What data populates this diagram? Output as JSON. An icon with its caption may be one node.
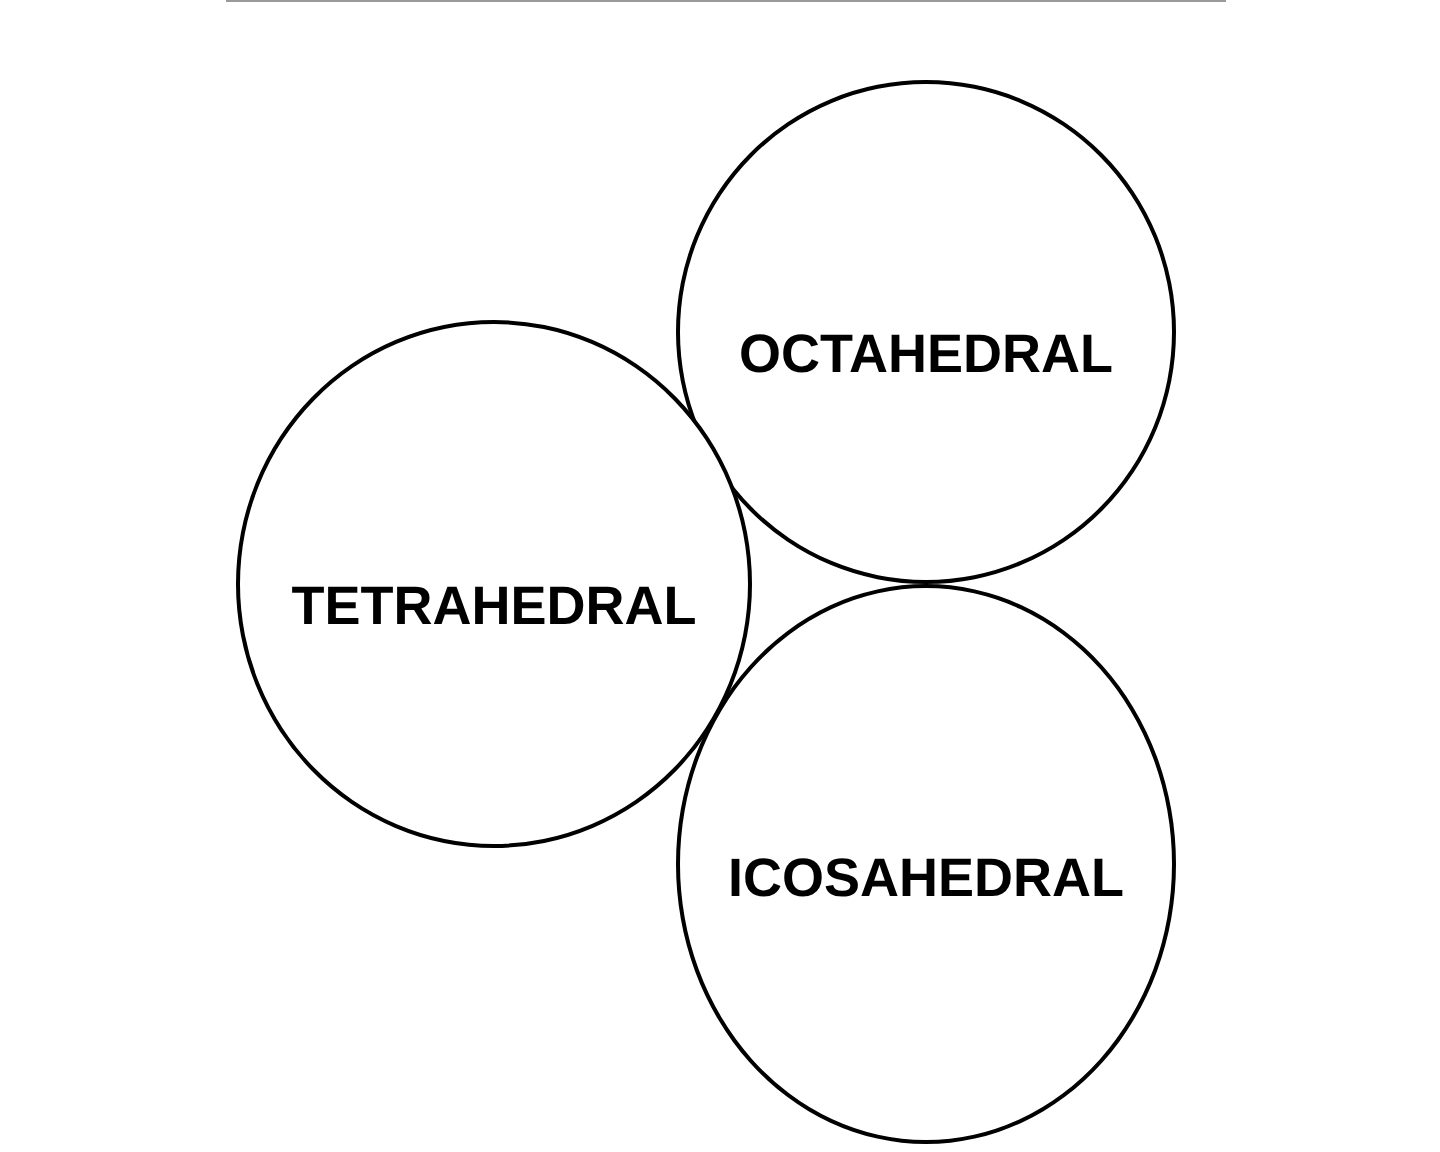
{
  "diagram": {
    "nodes": [
      {
        "text": [
          "OCTAHEDRAL"
        ]
      },
      {
        "text": [
          "TETRAHEDRAL"
        ]
      },
      {
        "text": [
          "ICOSAHEDRAL"
        ]
      }
    ]
  }
}
